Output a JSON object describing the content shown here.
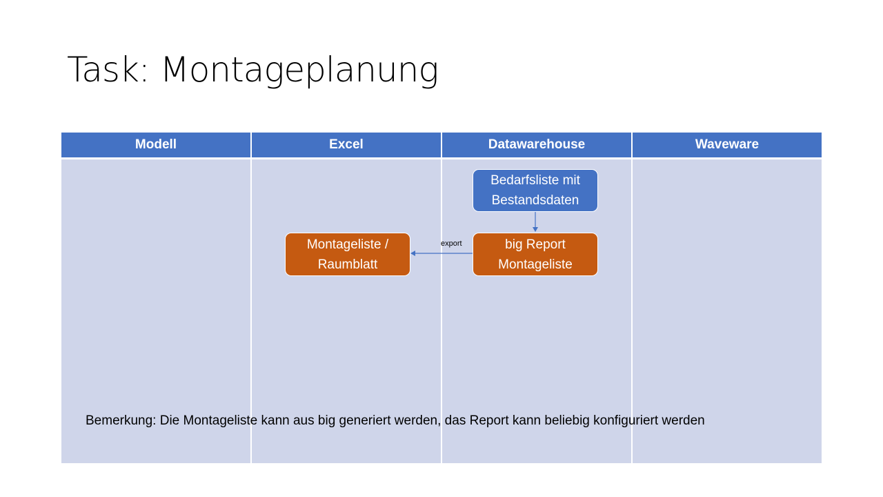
{
  "title": "Task: Montageplanung",
  "columns": [
    "Modell",
    "Excel",
    "Datawarehouse",
    "Waveware"
  ],
  "boxes": {
    "bedarfsliste": [
      "Bedarfsliste mit",
      "Bestandsdaten"
    ],
    "big_report": [
      "big Report",
      "Montageliste"
    ],
    "montageliste": [
      "Montageliste /",
      "Raumblatt"
    ]
  },
  "edge_label": "export",
  "note": "Bemerkung: Die Montageliste kann aus big generiert werden, das Report kann beliebig konfiguriert werden",
  "colors": {
    "header": "#4472c4",
    "lane": "#cfd5ea",
    "orange": "#c55a11",
    "blue": "#4472c4"
  }
}
